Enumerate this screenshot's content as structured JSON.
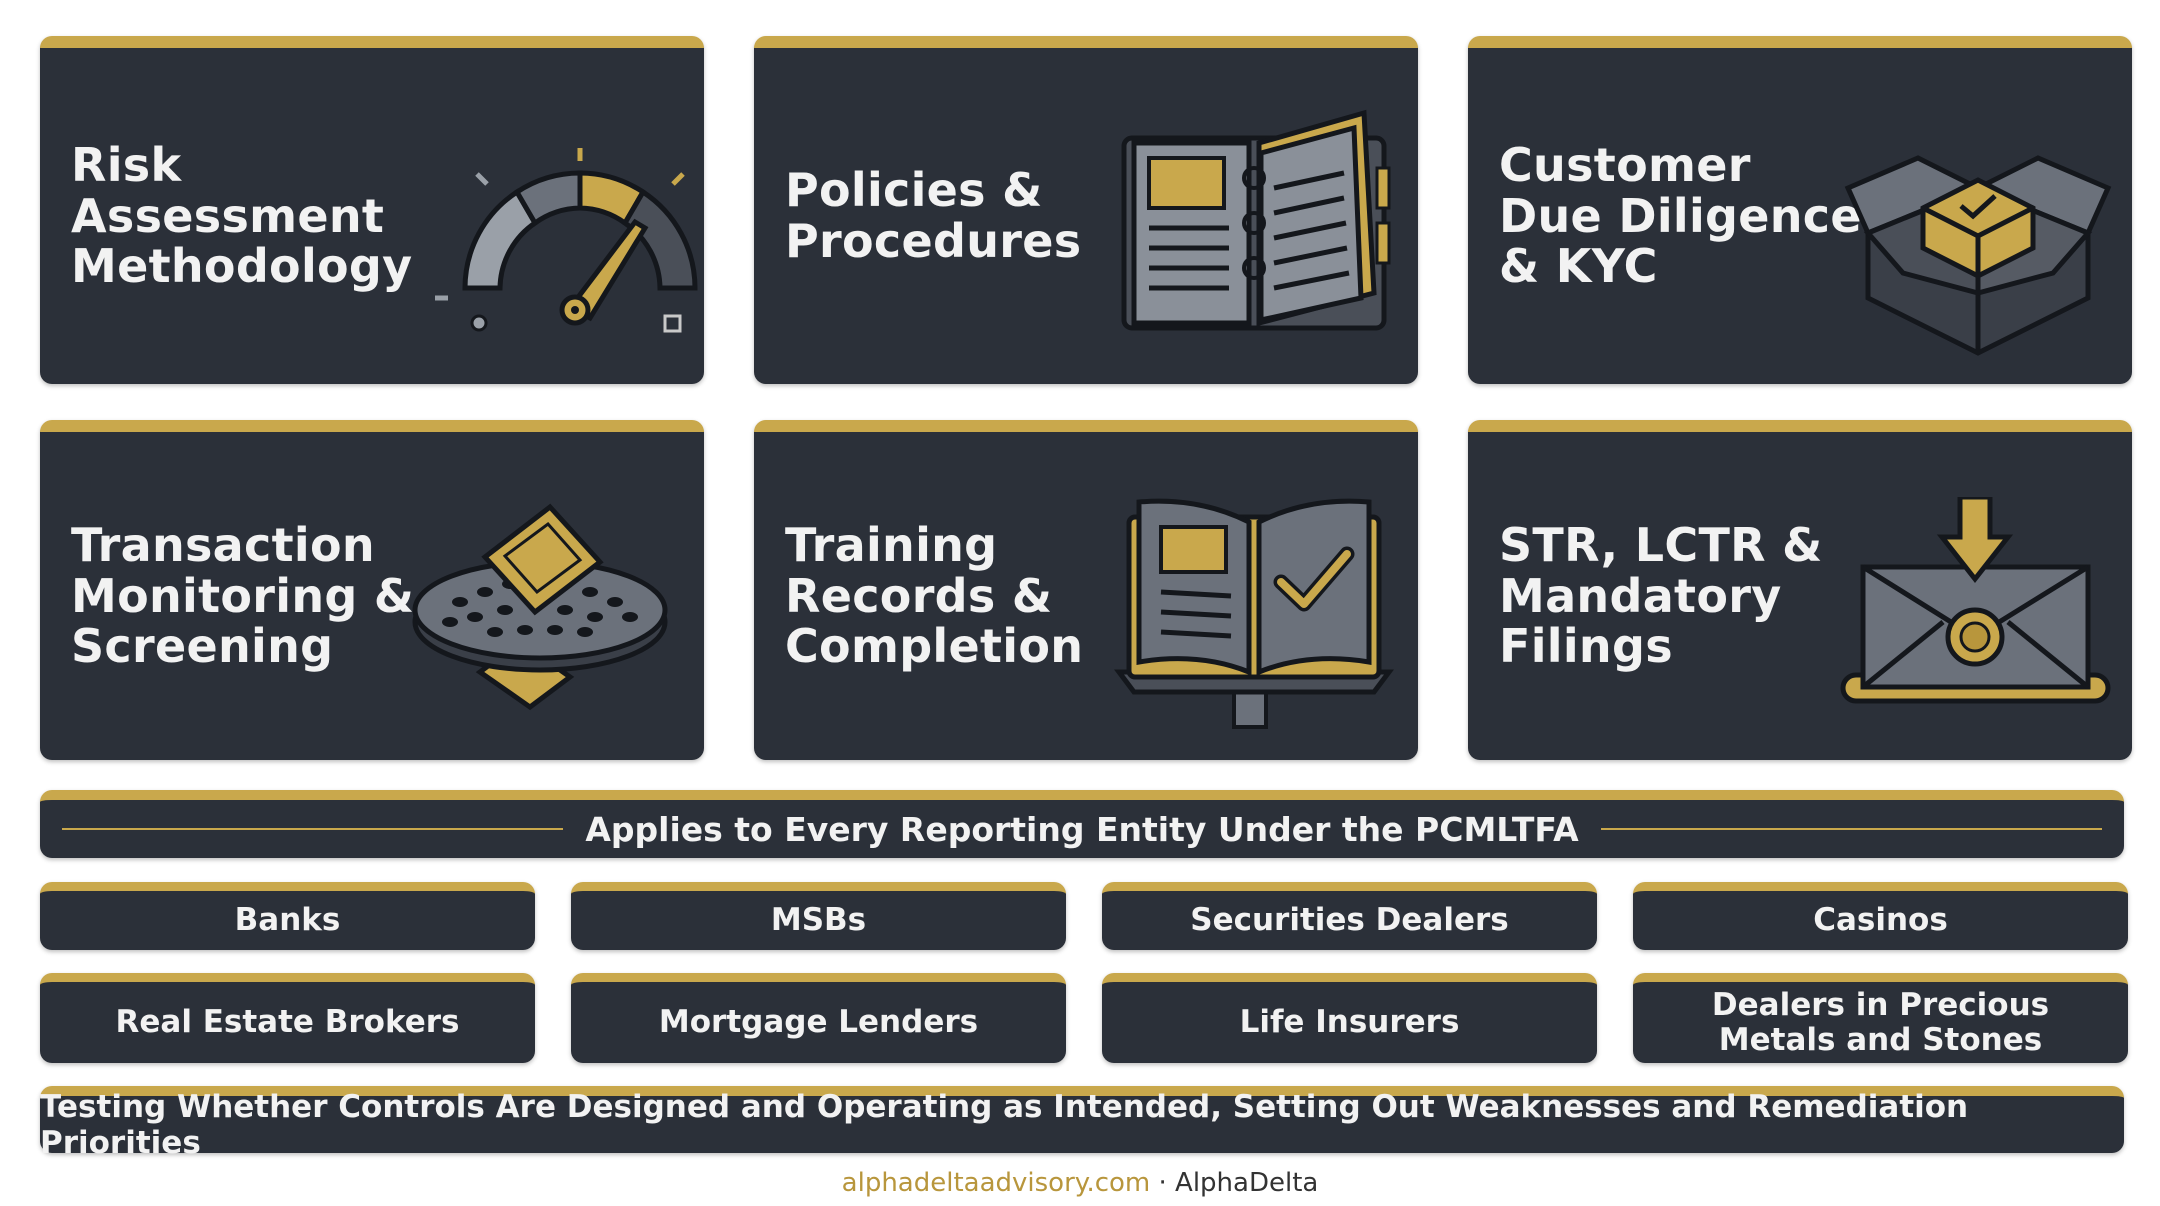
{
  "cards": [
    {
      "title": "Risk\nAssessment\nMethodology",
      "icon": "gauge-icon"
    },
    {
      "title": "Policies &\nProcedures",
      "icon": "open-binder-icon"
    },
    {
      "title": "Customer\nDue Diligence\n& KYC",
      "icon": "open-box-checkmark-icon"
    },
    {
      "title": "Transaction\nMonitoring &\nScreening",
      "icon": "sieve-filter-icon"
    },
    {
      "title": "Training\nRecords &\nCompletion",
      "icon": "book-checkmark-icon"
    },
    {
      "title": "STR, LCTR &\nMandatory\nFilings",
      "icon": "sealed-envelope-icon"
    }
  ],
  "applies_bar": {
    "text": "Applies to Every Reporting Entity Under the PCMLTFA"
  },
  "entities": [
    "Banks",
    "MSBs",
    "Securities Dealers",
    "Casinos",
    "Real Estate Brokers",
    "Mortgage Lenders",
    "Life Insurers",
    "Dealers in Precious\nMetals and Stones"
  ],
  "testing_bar": {
    "text": "Testing Whether Controls Are Designed and Operating as Intended, Setting Out Weaknesses and Remediation Priorities"
  },
  "footer": {
    "url": "alphadeltaadvisory.com",
    "separator": " · ",
    "brand": "AlphaDelta"
  },
  "colors": {
    "card_bg": "#2b3039",
    "accent_gold": "#c9a84c",
    "text_light": "#f2f2f2",
    "icon_gray": "#6b717b"
  }
}
